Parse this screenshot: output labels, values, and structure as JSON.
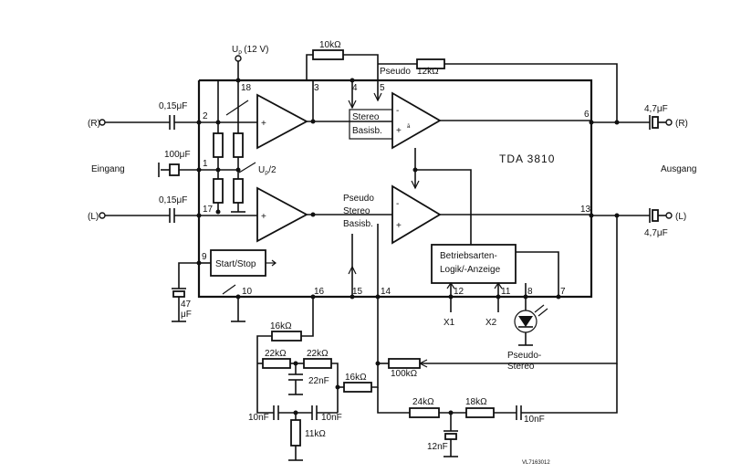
{
  "chip": {
    "name": "TDA 3810"
  },
  "supply": {
    "up_label": "U",
    "up_sub": "P",
    "up_value": "(12 V)",
    "half_label": "U",
    "half_sub": "P",
    "half_suffix": "/2"
  },
  "io": {
    "input_r": "(R)",
    "input_l": "(L)",
    "input_label": "Eingang",
    "output_r": "(R)",
    "output_l": "(L)",
    "output_label": "Ausgang"
  },
  "capacitors": {
    "c_in_r": "0,15μF",
    "c_in_mid": "100μF",
    "c_in_l": "0,15μF",
    "c_out_r": "4,7μF",
    "c_out_l": "4,7μF",
    "c_start": "47",
    "c_start_unit": "μF",
    "c_22n": "22nF",
    "c_10n_a": "10nF",
    "c_10n_b": "10nF",
    "c_12n": "12nF",
    "c_10n_c": "10nF"
  },
  "resistors": {
    "r_10k": "10kΩ",
    "r_12k": "12kΩ",
    "r_16k_a": "16kΩ",
    "r_22k_a": "22kΩ",
    "r_22k_b": "22kΩ",
    "r_16k_b": "16kΩ",
    "r_100k": "100kΩ",
    "r_11k": "11kΩ",
    "r_24k": "24kΩ",
    "r_18k": "18kΩ"
  },
  "blocks": {
    "start_stop": "Start/Stop",
    "logic_line1": "Betriebsarten-",
    "logic_line2": "Logik/-Anzeige"
  },
  "switch_labels": {
    "top_pseudo": "Pseudo",
    "top_stereo": "Stereo",
    "top_basis": "Basisb.",
    "bot_pseudo": "Pseudo",
    "bot_stereo": "Stereo",
    "bot_basis": "Basisb."
  },
  "pins": [
    "18",
    "2",
    "1",
    "17",
    "9",
    "10",
    "16",
    "15",
    "14",
    "12",
    "11",
    "8",
    "7",
    "3",
    "4",
    "5",
    "6",
    "13"
  ],
  "controls": {
    "x1": "X1",
    "x2": "X2",
    "led_line1": "Pseudo-",
    "led_line2": "Stereo"
  },
  "footer": {
    "ref": "VL7163012"
  }
}
